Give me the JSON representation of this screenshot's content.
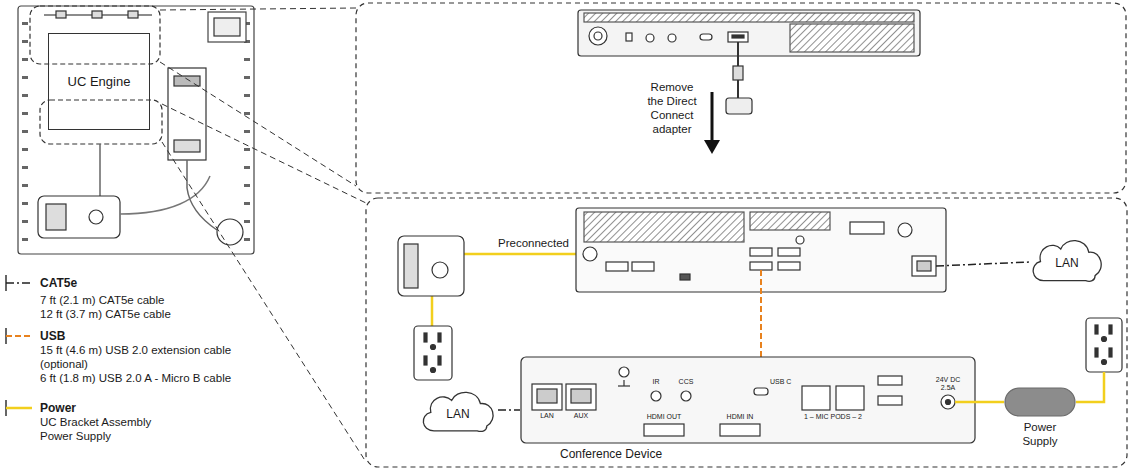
{
  "diagram": {
    "nodes": [
      {
        "text": [
          "UC Engine"
        ]
      },
      {
        "text": [
          "LAN"
        ]
      },
      {
        "text": [
          "LAN"
        ]
      },
      {
        "text": [
          "Conference Device"
        ]
      },
      {
        "text": [
          "Power Supply"
        ]
      }
    ],
    "edges": [
      {
        "from": 2,
        "to": 3,
        "arrow": "none"
      },
      {
        "from": 3,
        "to": 4,
        "arrow": "none"
      }
    ],
    "labels": [
      "Remove the Direct Connect adapter",
      "Preconnected",
      "LAN",
      "AUX",
      "IR",
      "CCS",
      "USB C",
      "HDMI OUT",
      "HDMI IN",
      "1 – MIC PODS – 2",
      "24V DC 2.5A"
    ],
    "legend": [
      {
        "text": "CAT5e"
      },
      {
        "text": "7 ft (2.1 m) CAT5e cable"
      },
      {
        "text": "12 ft (3.7 m) CAT5e cable"
      },
      {
        "text": "USB"
      },
      {
        "text": "15 ft (4.6 m) USB 2.0 extension cable (optional)"
      },
      {
        "text": "6 ft (1.8 m) USB 2.0 A - Micro B cable"
      },
      {
        "text": "Power"
      },
      {
        "text": "UC Bracket Assembly Power Supply"
      }
    ]
  }
}
